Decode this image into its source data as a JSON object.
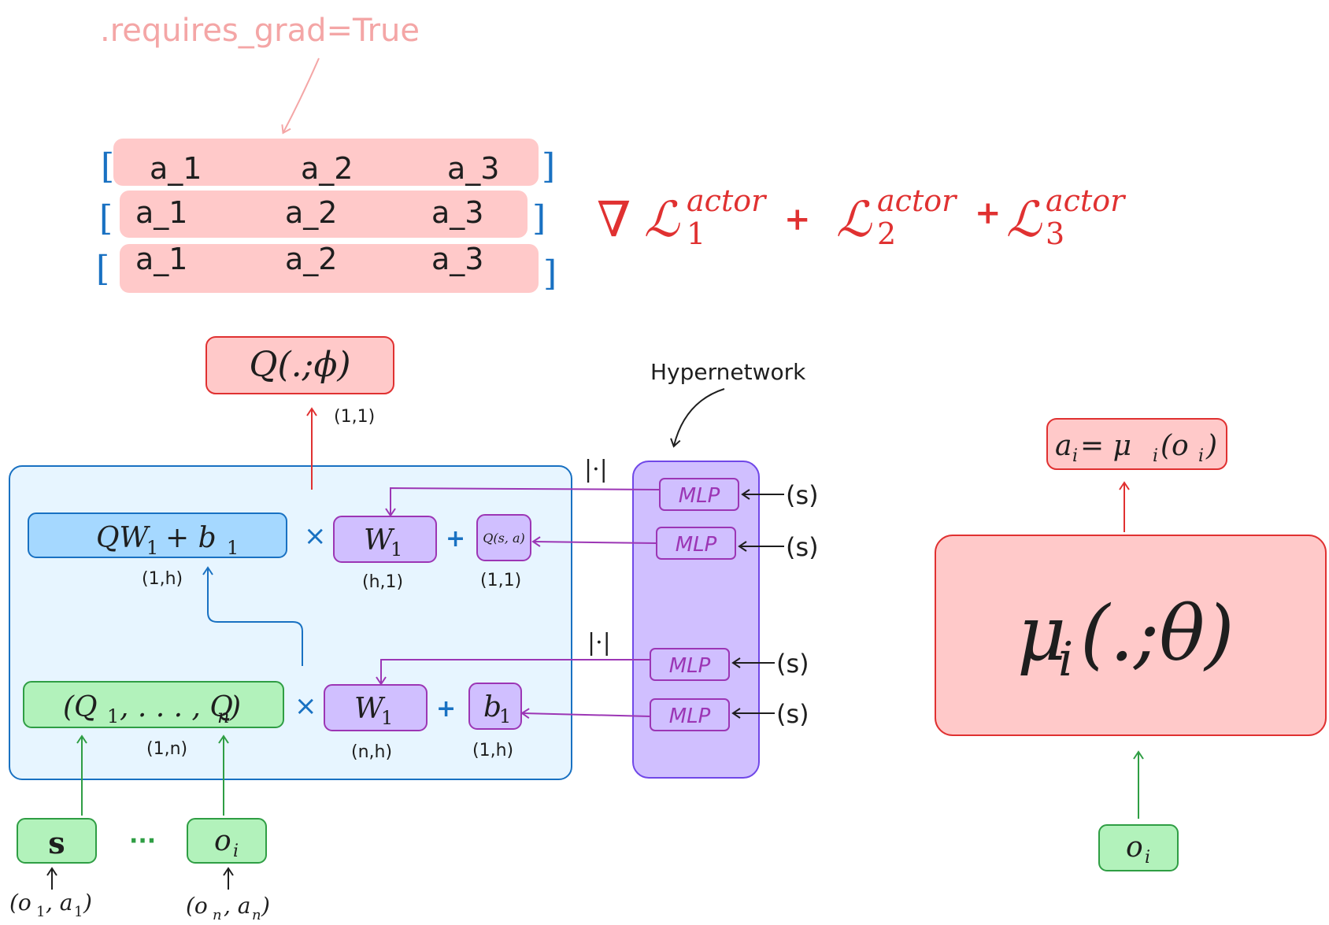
{
  "top": {
    "requires_grad": ".requires_grad=True",
    "rows": [
      [
        "a_1",
        "a_2",
        "a_3"
      ],
      [
        "a_1",
        "a_2",
        "a_3"
      ],
      [
        "a_1",
        "a_2",
        "a_3"
      ]
    ],
    "bracket_open": "[",
    "bracket_close": "]"
  },
  "loss": {
    "nabla": "∇",
    "L": "ℒ",
    "sup": "actor",
    "subs": [
      "1",
      "2",
      "3"
    ],
    "plus": "+"
  },
  "mixer": {
    "q_output": "Q(.;ϕ)",
    "q_output_dim": "(1,1)",
    "layer2_result": "QW",
    "layer2_result_tail": "+ b",
    "layer2_result_sub1": "1",
    "layer2_result_sub2": "1",
    "layer2_result_dim": "(1,h)",
    "w_final": "W",
    "w_final_sub": "1",
    "w_final_dim": "(h,1)",
    "q_bias": "Q(s, a)",
    "q_bias_dim": "(1,1)",
    "agent_qs": "(Q",
    "agent_qs_mid": ", . . . , Q",
    "agent_qs_end": ")",
    "agent_qs_sub1": "1",
    "agent_qs_subn": "n",
    "agent_qs_dim": "(1,n)",
    "w1": "W",
    "w1_sub": "1",
    "w1_dim": "(n,h)",
    "b1": "b",
    "b1_sub": "1",
    "b1_dim": "(1,h)",
    "times": "×",
    "plus": "+",
    "abs": "|·|",
    "state": "s",
    "ellipsis": "···",
    "obs": "o",
    "obs_sub": "i",
    "input_first": "(o",
    "input_first_sub": "1",
    "input_first_mid": ", a",
    "input_first_sub2": "1",
    "input_first_end": ")",
    "input_last": "(o",
    "input_last_sub": "n",
    "input_last_mid": ", a",
    "input_last_sub2": "n",
    "input_last_end": ")"
  },
  "hypernetwork": {
    "title": "Hypernetwork",
    "mlp_label": "MLP",
    "state_input": "(s)"
  },
  "actor": {
    "output": "a",
    "output_sub": "i",
    "output_eq": " = μ",
    "output_sub2": "i",
    "output_arg": "(o",
    "output_arg_sub": "i",
    "output_end": ")",
    "network_mu": "μ",
    "network_sub": "i",
    "network_args": "(.;θ)",
    "input": "o",
    "input_sub": "i"
  },
  "colors": {
    "red": "#e03131",
    "pink_fill": "#ffc9c9",
    "blue": "#1971c2",
    "blue_fill": "#a5d8ff",
    "light_blue_fill": "#e7f5ff",
    "green": "#2f9e44",
    "green_fill": "#b2f2bb",
    "purple": "#9c36b5",
    "violet": "#7048e8",
    "violet_fill": "#d0bfff",
    "pale_red": "#f4a6a6"
  }
}
